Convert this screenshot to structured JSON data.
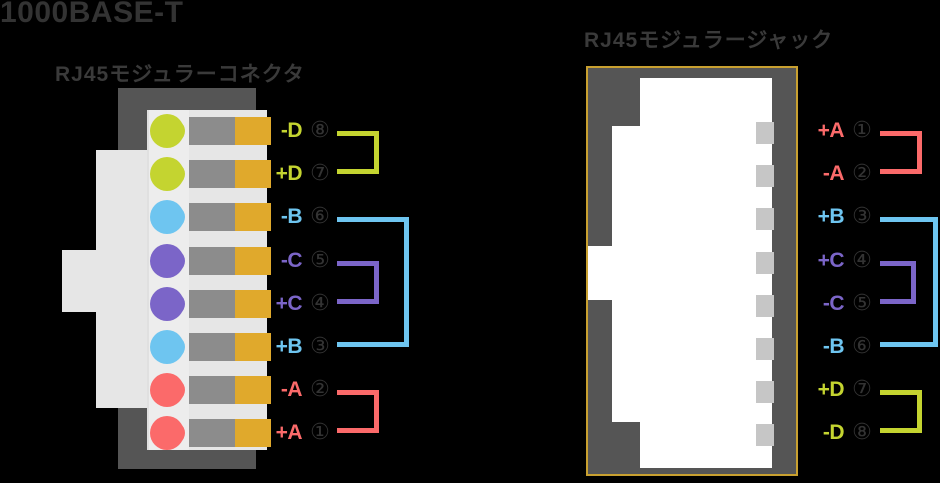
{
  "title": "1000BASE-T",
  "sections": {
    "left": {
      "title": "RJ45モジュラーコネクタ"
    },
    "right": {
      "title": "RJ45モジュラージャック"
    }
  },
  "colors": {
    "pair_a": "#fb6a6a",
    "pair_b": "#6ec5f0",
    "pair_c": "#7b65c8",
    "pair_d": "#c4d430",
    "shell": "#555555",
    "cable": "#e6e6e6",
    "contact_gold": "#e0a92c",
    "contact_gray": "#8c8c8c",
    "jack_border": "#c8a030",
    "pin_number": "#333333",
    "title": "#333333"
  },
  "connector_pins": [
    {
      "signal": "-D",
      "pin": "⑧",
      "color": "#c4d430",
      "wire": "#c4d430"
    },
    {
      "signal": "+D",
      "pin": "⑦",
      "color": "#c4d430",
      "wire": "#c4d430"
    },
    {
      "signal": "-B",
      "pin": "⑥",
      "color": "#6ec5f0",
      "wire": "#6ec5f0"
    },
    {
      "signal": "-C",
      "pin": "⑤",
      "color": "#7b65c8",
      "wire": "#7b65c8"
    },
    {
      "signal": "+C",
      "pin": "④",
      "color": "#7b65c8",
      "wire": "#7b65c8"
    },
    {
      "signal": "+B",
      "pin": "③",
      "color": "#6ec5f0",
      "wire": "#6ec5f0"
    },
    {
      "signal": "-A",
      "pin": "②",
      "color": "#fb6a6a",
      "wire": "#fb6a6a"
    },
    {
      "signal": "+A",
      "pin": "①",
      "color": "#fb6a6a",
      "wire": "#fb6a6a"
    }
  ],
  "jack_pins": [
    {
      "signal": "+A",
      "pin": "①",
      "color": "#fb6a6a"
    },
    {
      "signal": "-A",
      "pin": "②",
      "color": "#fb6a6a"
    },
    {
      "signal": "+B",
      "pin": "③",
      "color": "#6ec5f0"
    },
    {
      "signal": "+C",
      "pin": "④",
      "color": "#7b65c8"
    },
    {
      "signal": "-C",
      "pin": "⑤",
      "color": "#7b65c8"
    },
    {
      "signal": "-B",
      "pin": "⑥",
      "color": "#6ec5f0"
    },
    {
      "signal": "+D",
      "pin": "⑦",
      "color": "#c4d430"
    },
    {
      "signal": "-D",
      "pin": "⑧",
      "color": "#c4d430"
    }
  ],
  "connector_pairs": [
    {
      "name": "pair-d",
      "pins": [
        "⑧",
        "⑦"
      ],
      "color": "#c4d430"
    },
    {
      "name": "pair-b",
      "pins": [
        "⑥",
        "③"
      ],
      "color": "#6ec5f0"
    },
    {
      "name": "pair-c",
      "pins": [
        "⑤",
        "④"
      ],
      "color": "#7b65c8"
    },
    {
      "name": "pair-a",
      "pins": [
        "②",
        "①"
      ],
      "color": "#fb6a6a"
    }
  ],
  "jack_pairs": [
    {
      "name": "pair-a",
      "pins": [
        "①",
        "②"
      ],
      "color": "#fb6a6a"
    },
    {
      "name": "pair-b",
      "pins": [
        "③",
        "⑥"
      ],
      "color": "#6ec5f0"
    },
    {
      "name": "pair-c",
      "pins": [
        "④",
        "⑤"
      ],
      "color": "#7b65c8"
    },
    {
      "name": "pair-d",
      "pins": [
        "⑦",
        "⑧"
      ],
      "color": "#c4d430"
    }
  ]
}
